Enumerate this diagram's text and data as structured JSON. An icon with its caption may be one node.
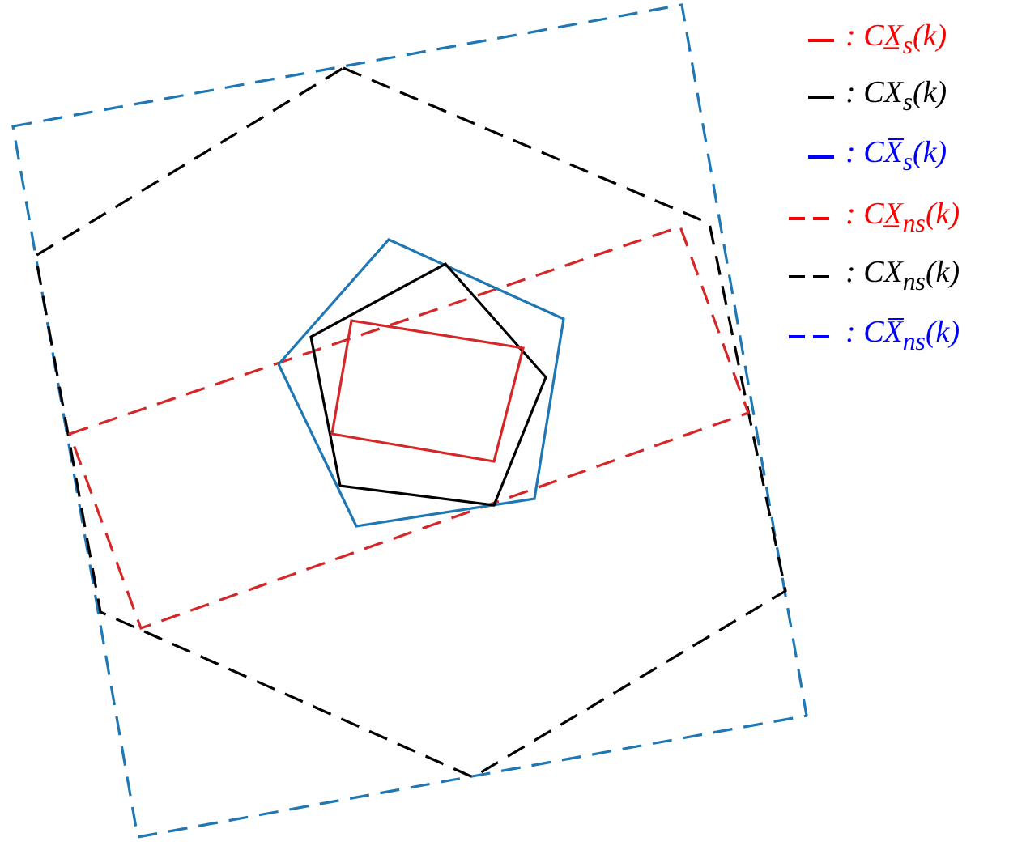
{
  "diagram": {
    "legend": [
      {
        "text": ": CX̲$_{s}$(k)"
      },
      {
        "text": ": CX$_{s}$(k)"
      },
      {
        "text": ": CX̅$_{s}$(k)"
      },
      {
        "text": ": CX̲$_{ns}$(k)"
      },
      {
        "text": ": CX$_{ns}$(k)"
      },
      {
        "text": ": CX̅$_{ns}$(k)"
      }
    ]
  }
}
